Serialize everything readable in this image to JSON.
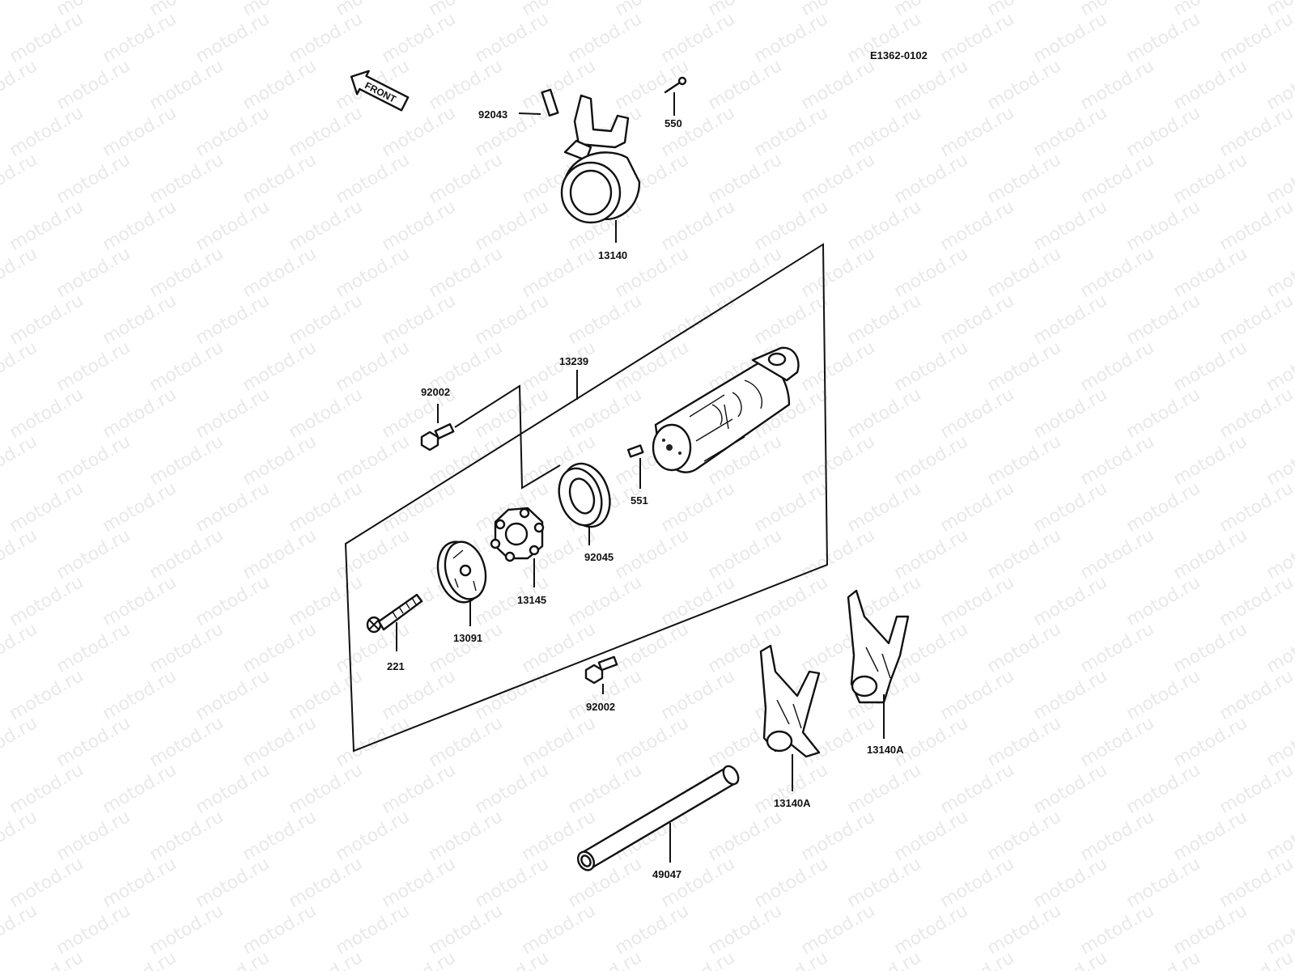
{
  "diagram_code": "E1362-0102",
  "front_label": "FRONT",
  "watermark_text": "motod.ru",
  "colors": {
    "ink": "#111111",
    "paper": "#ffffff",
    "watermark": "#e9e9e9"
  },
  "parts": {
    "p92043": "92043",
    "p550": "550",
    "p13140": "13140",
    "p13239": "13239",
    "p92002_top": "92002",
    "p551": "551",
    "p92045": "92045",
    "p13145": "13145",
    "p13091": "13091",
    "p221": "221",
    "p92002_bottom": "92002",
    "p13140A_right": "13140A",
    "p13140A_left": "13140A",
    "p49047": "49047"
  }
}
